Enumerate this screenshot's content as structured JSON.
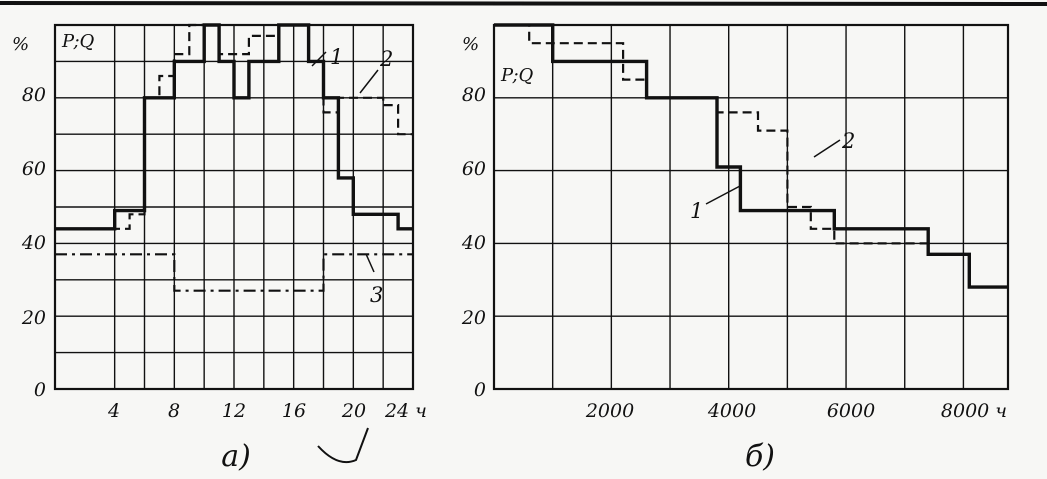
{
  "chart_data": [
    {
      "type": "line",
      "caption": "а)",
      "y_unit": "%",
      "legend_text": "P;Q",
      "xlim": [
        0,
        24
      ],
      "ylim": [
        0,
        100
      ],
      "x_ticks": [
        "4",
        "8",
        "12",
        "16",
        "20",
        "24 ч"
      ],
      "y_ticks": [
        "0",
        "20",
        "40",
        "60",
        "80"
      ],
      "grid": true,
      "series": [
        {
          "name": "1",
          "style": "solid-thick",
          "x": [
            0,
            4,
            4,
            6,
            6,
            8,
            8,
            10,
            10,
            11,
            11,
            12,
            12,
            13,
            13,
            15,
            15,
            16,
            16,
            17,
            17,
            18,
            18,
            19,
            19,
            20,
            20,
            22,
            22,
            23,
            23,
            24
          ],
          "y": [
            44,
            44,
            49,
            49,
            80,
            80,
            90,
            90,
            100,
            100,
            90,
            90,
            80,
            80,
            90,
            90,
            100,
            100,
            100,
            100,
            90,
            90,
            80,
            80,
            58,
            58,
            48,
            48,
            48,
            48,
            44,
            44
          ]
        },
        {
          "name": "2",
          "style": "dashed",
          "x": [
            0,
            4,
            4,
            5,
            5,
            6,
            6,
            7,
            7,
            8,
            8,
            9,
            9,
            11,
            11,
            13,
            13,
            15,
            15,
            17,
            17,
            18,
            18,
            19,
            19,
            20,
            20,
            22,
            22,
            23,
            23,
            24
          ],
          "y": [
            44,
            44,
            44,
            44,
            48,
            48,
            80,
            80,
            86,
            86,
            92,
            92,
            100,
            100,
            92,
            92,
            97,
            97,
            100,
            100,
            90,
            90,
            76,
            76,
            80,
            80,
            80,
            80,
            78,
            78,
            70,
            70
          ]
        },
        {
          "name": "3",
          "style": "dash-dot",
          "x": [
            0,
            8,
            8,
            18,
            18,
            24
          ],
          "y": [
            37,
            37,
            27,
            27,
            37,
            37
          ]
        }
      ]
    },
    {
      "type": "line",
      "caption": "б)",
      "y_unit": "%",
      "legend_text": "P;Q",
      "xlim": [
        0,
        8760
      ],
      "ylim": [
        0,
        100
      ],
      "x_ticks": [
        "2000",
        "4000",
        "6000",
        "8000 ч"
      ],
      "y_ticks": [
        "0",
        "20",
        "40",
        "60",
        "80"
      ],
      "grid": true,
      "series": [
        {
          "name": "1",
          "style": "solid-thick",
          "x": [
            0,
            1000,
            1000,
            2600,
            2600,
            3800,
            3800,
            4200,
            4200,
            5800,
            5800,
            7400,
            7400,
            8100,
            8100,
            8760
          ],
          "y": [
            100,
            100,
            90,
            90,
            80,
            80,
            61,
            61,
            49,
            49,
            44,
            44,
            37,
            37,
            28,
            28
          ]
        },
        {
          "name": "2",
          "style": "dashed",
          "x": [
            0,
            600,
            600,
            2200,
            2200,
            2600,
            2600,
            3800,
            3800,
            4500,
            4500,
            5000,
            5000,
            5400,
            5400,
            5800,
            5800,
            7400,
            7400,
            8100,
            8100,
            8760
          ],
          "y": [
            100,
            100,
            95,
            95,
            85,
            85,
            80,
            80,
            76,
            76,
            71,
            71,
            50,
            50,
            44,
            44,
            40,
            40,
            37,
            37,
            28,
            28
          ]
        }
      ]
    }
  ]
}
